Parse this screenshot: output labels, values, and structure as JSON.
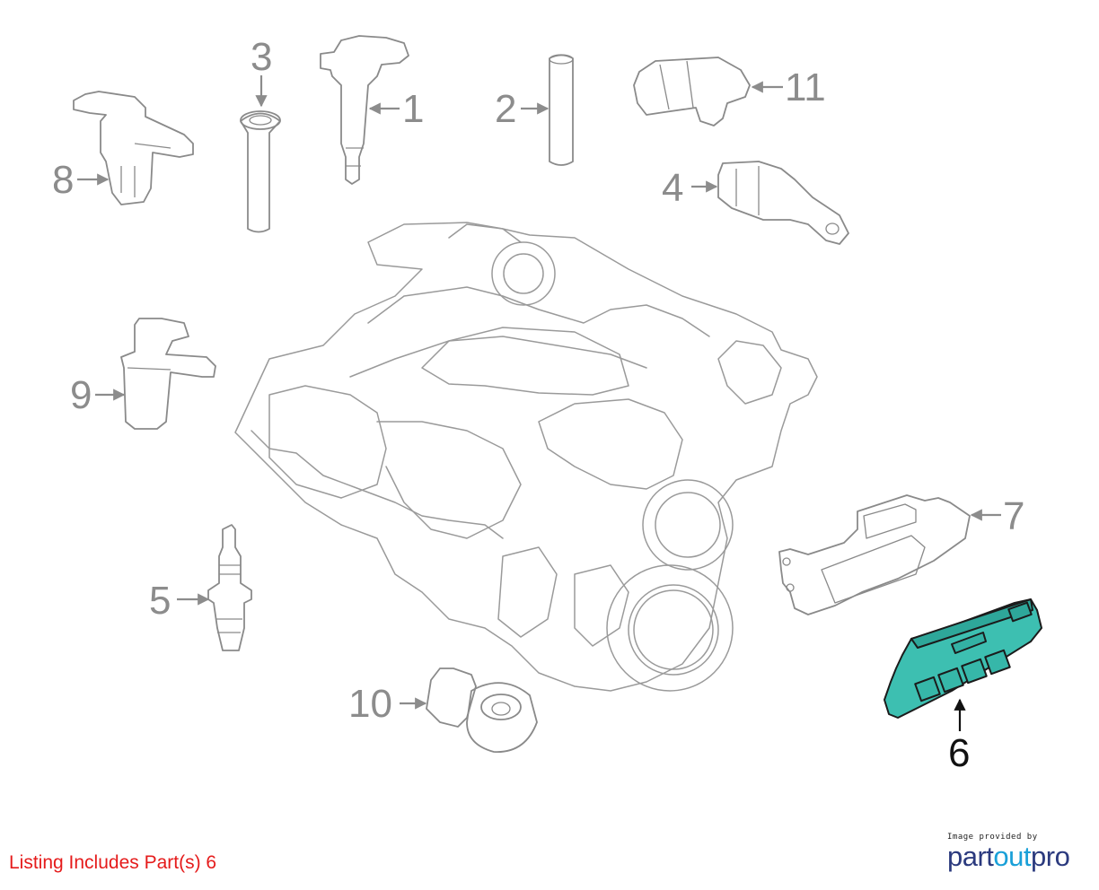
{
  "colors": {
    "highlight": "#3dbfb1",
    "line": "#8a8a8a",
    "listing_note": "#e51b1b",
    "brand_dark": "#2b3a7e",
    "brand_light": "#1aa0d8"
  },
  "diagram": {
    "callouts": {
      "c1": "1",
      "c2": "2",
      "c3": "3",
      "c4": "4",
      "c5": "5",
      "c6": "6",
      "c7": "7",
      "c8": "8",
      "c9": "9",
      "c10": "10",
      "c11": "11"
    },
    "highlighted_part": "6"
  },
  "footer": {
    "listing_note": "Listing Includes Part(s) 6",
    "provider_caption": "Image provided by",
    "provider_logo_part1": "part",
    "provider_logo_part2": "out",
    "provider_logo_part3": "pro"
  }
}
